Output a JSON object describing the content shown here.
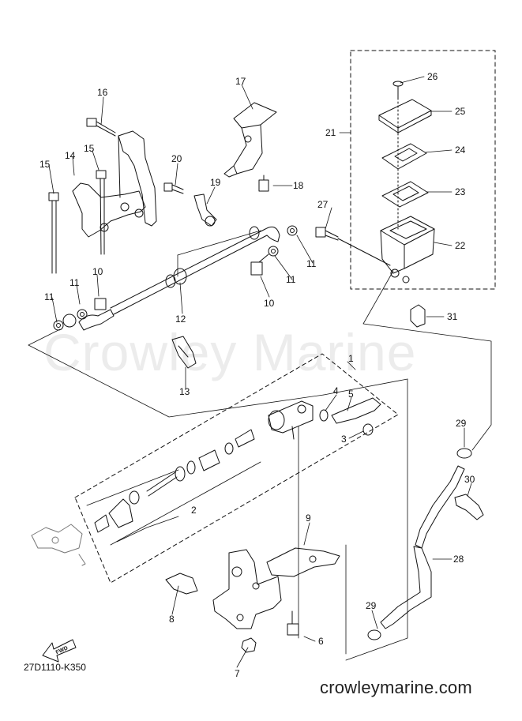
{
  "watermark": "Crowley Marine",
  "diagram_ref": "27D1110-K350",
  "site": "crowleymarine.com",
  "fwd_label": "FWD",
  "labels": {
    "p1": "1",
    "p2": "2",
    "p3": "3",
    "p4": "4",
    "p5": "5",
    "p6": "6",
    "p7": "7",
    "p8": "8",
    "p9": "9",
    "p10a": "10",
    "p10b": "10",
    "p11a": "11",
    "p11b": "11",
    "p11c": "11",
    "p11d": "11",
    "p12": "12",
    "p13": "13",
    "p14": "14",
    "p15a": "15",
    "p15b": "15",
    "p16": "16",
    "p17": "17",
    "p18": "18",
    "p19": "19",
    "p20": "20",
    "p21": "21",
    "p22": "22",
    "p23": "23",
    "p24": "24",
    "p25": "25",
    "p26": "26",
    "p27": "27",
    "p28": "28",
    "p29a": "29",
    "p29b": "29",
    "p30": "30",
    "p31": "31"
  }
}
